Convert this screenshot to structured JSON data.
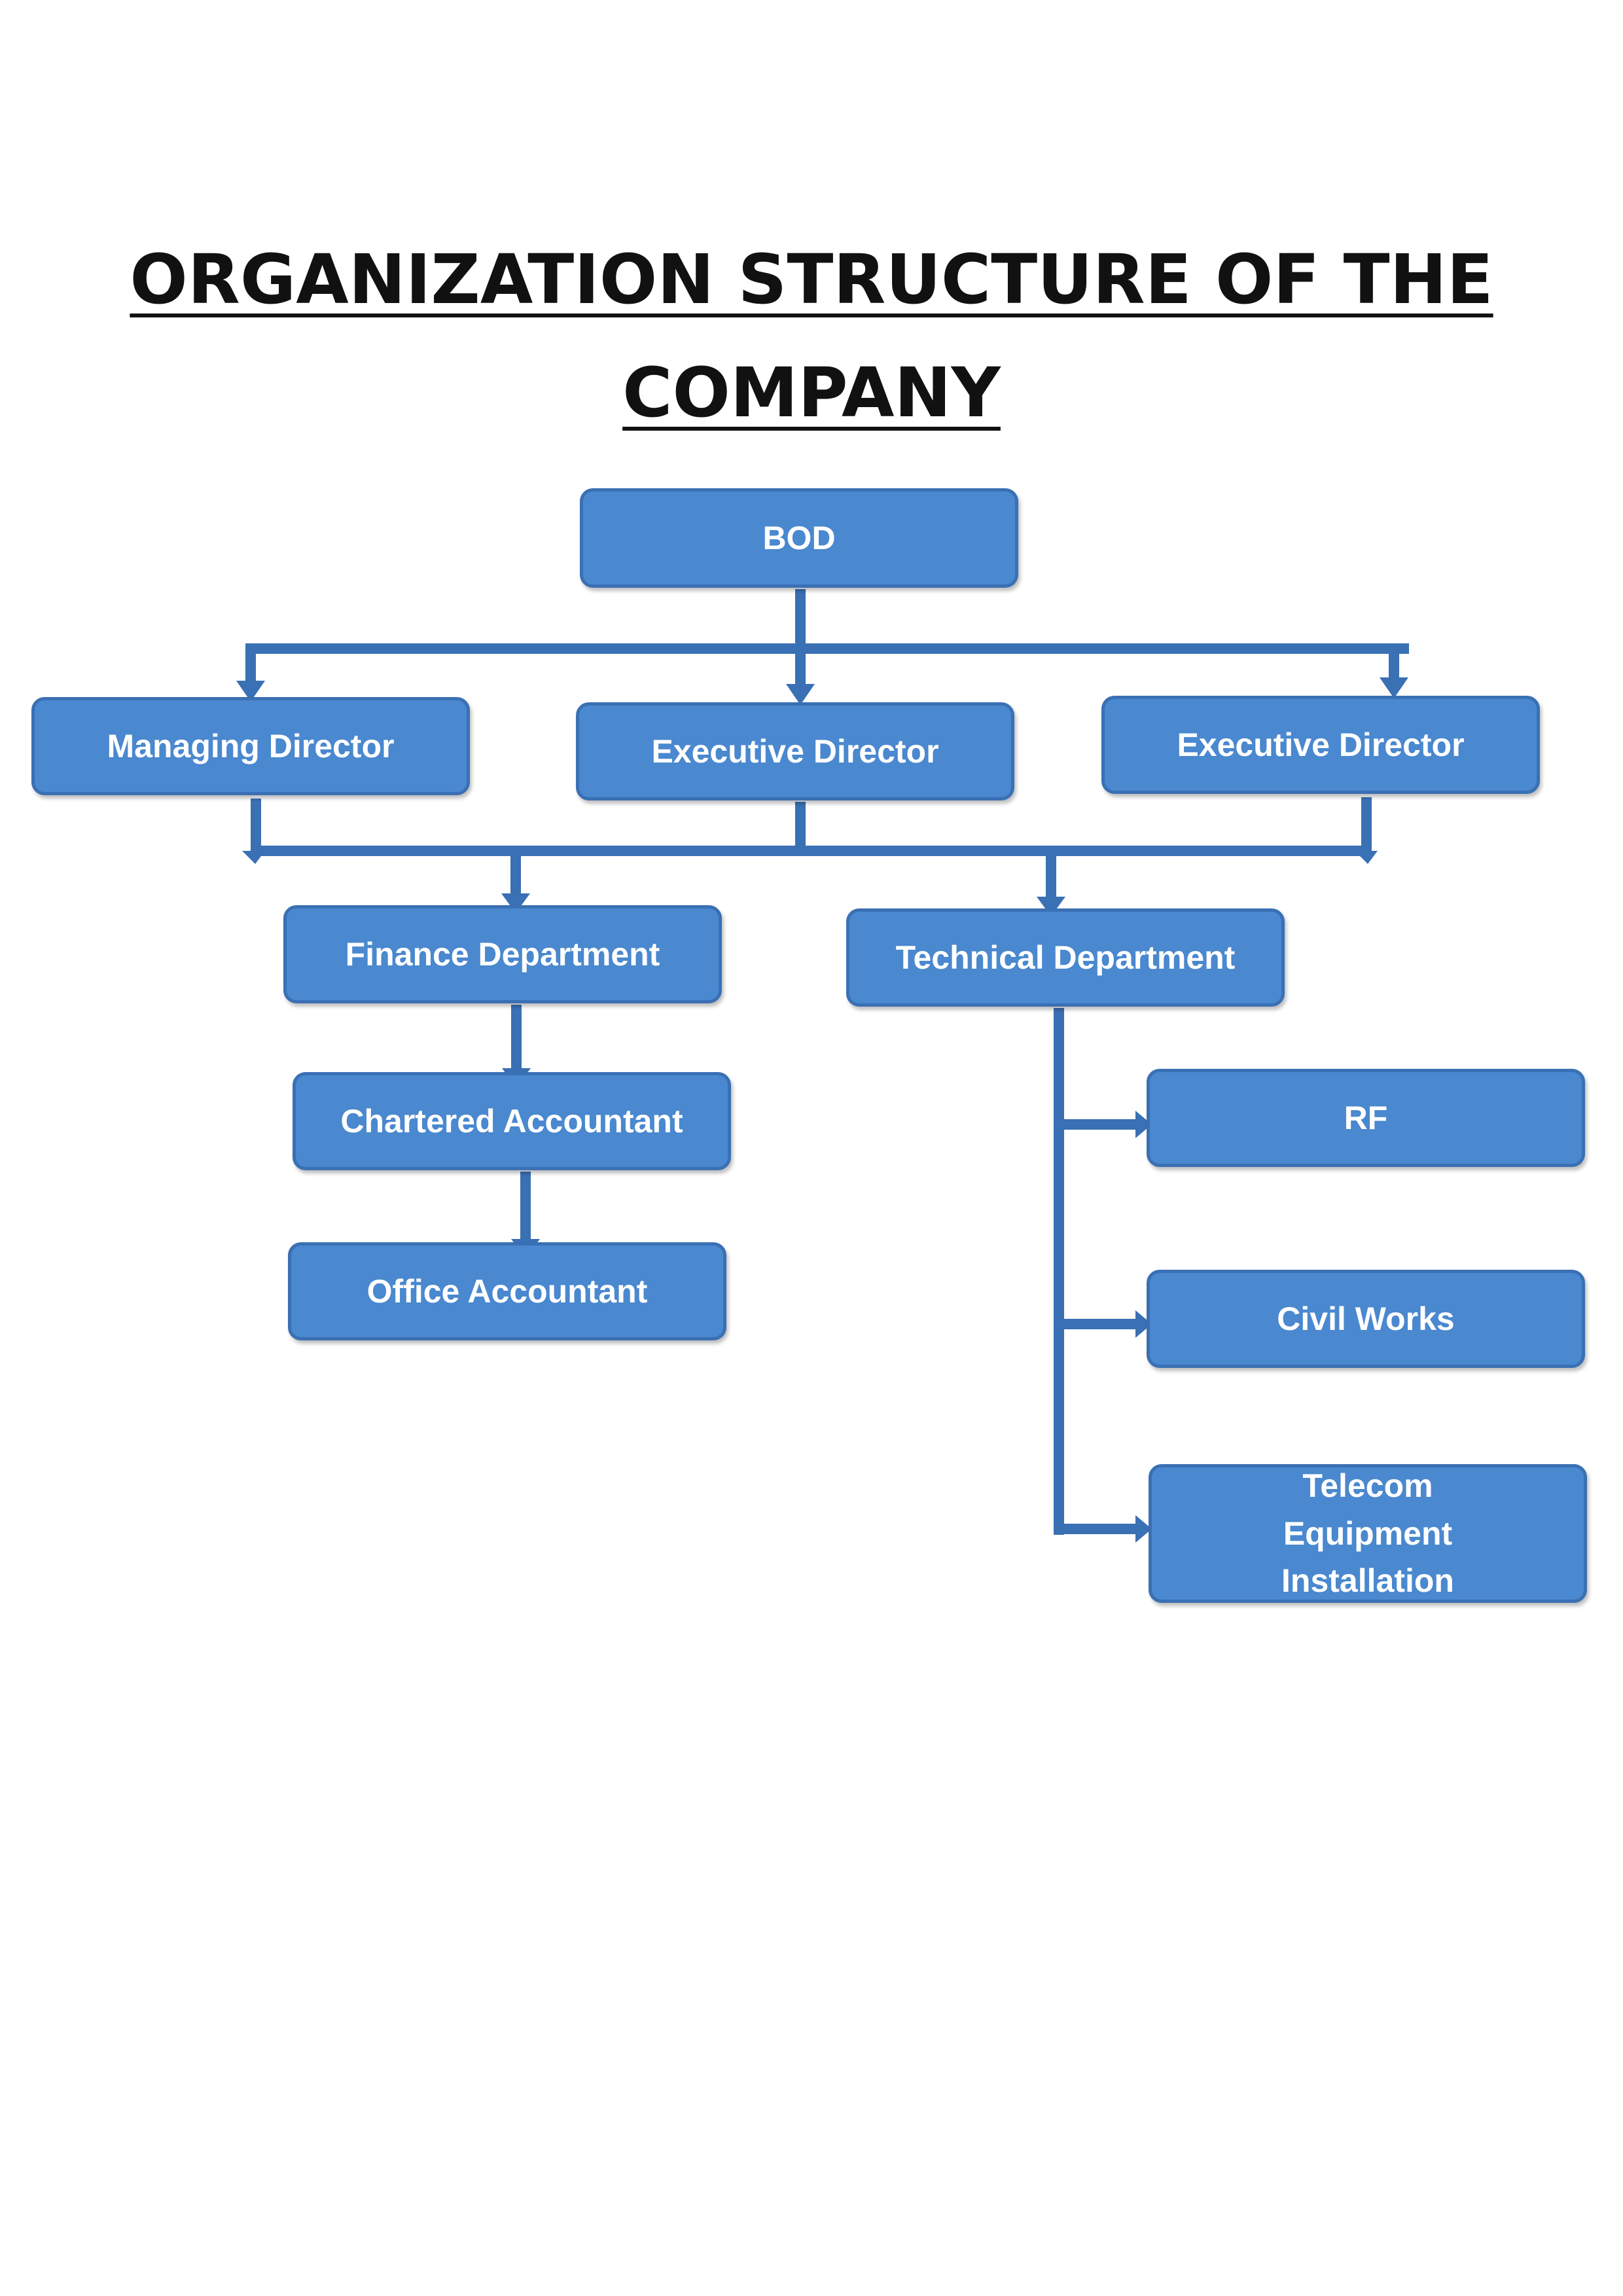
{
  "title": {
    "line1": "ORGANIZATION STRUCTURE OF THE",
    "line2": "COMPANY"
  },
  "nodes": {
    "bod": "BOD",
    "managing_director": "Managing Director",
    "executive_director_1": "Executive Director",
    "executive_director_2": "Executive Director",
    "finance_department": "Finance Department",
    "technical_department": "Technical Department",
    "chartered_accountant": "Chartered Accountant",
    "office_accountant": "Office Accountant",
    "rf": "RF",
    "civil_works": "Civil Works",
    "telecom_equipment_installation": "Telecom Equipment Installation"
  },
  "colors": {
    "box_fill": "#4a88cf",
    "box_border": "#3a70b4",
    "connector": "#3a70b4",
    "text": "#ffffff",
    "title": "#111111"
  }
}
